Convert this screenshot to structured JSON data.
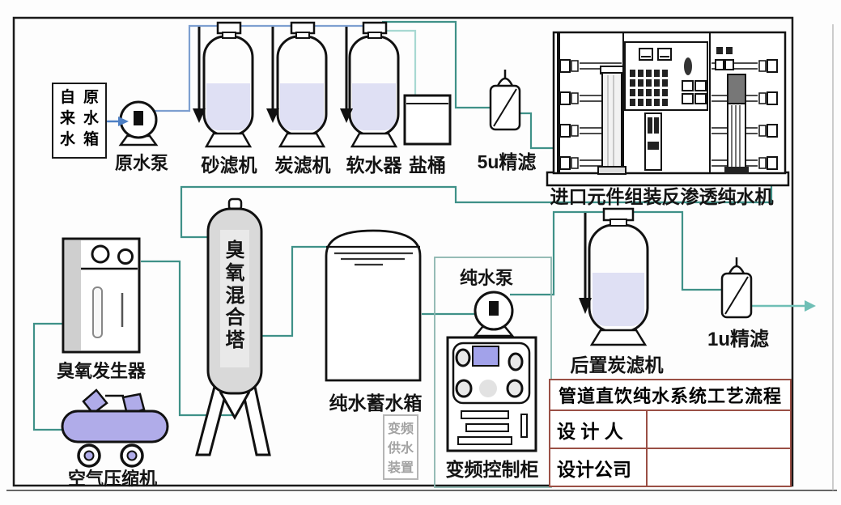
{
  "title_block": {
    "title": "管道直饮纯水系统工艺流程",
    "designer_label": "设 计 人",
    "company_label": "设计公司"
  },
  "source_box": {
    "left_column": "自来水",
    "right_column": "原水箱"
  },
  "equipment": {
    "raw_pump": "原水泵",
    "sand_filter": "砂滤机",
    "carbon_filter": "炭滤机",
    "softener": "软水器",
    "salt_barrel": "盐桶",
    "filter_5u": "5u精滤",
    "ro_machine": "进口元件组装反渗透纯水机",
    "ozone_generator": "臭氧发生器",
    "ozone_tower": "臭氧混合塔",
    "pure_water_tank": "纯水蓄水箱",
    "pure_water_pump": "纯水泵",
    "vfd_cabinet": "变频控制柜",
    "vfd_supply_unit": "变频供水装置",
    "post_carbon_filter": "后置炭滤机",
    "filter_1u": "1u精滤",
    "air_compressor": "空气压缩机"
  },
  "colors": {
    "pipe_teal": "#3f9188",
    "pipe_blue": "#7d9fd0",
    "pipe_light_teal": "#a8d8d2",
    "outlet_teal": "#6fbfb6",
    "arrow_blue": "#4d7fc4",
    "liquid_lavender": "#dfe0f4",
    "machine_purple": "#b0ace9",
    "tower_gray": "#d9d9d9",
    "screen_blue": "#a2a2ea",
    "title_border": "#9a4f45"
  }
}
